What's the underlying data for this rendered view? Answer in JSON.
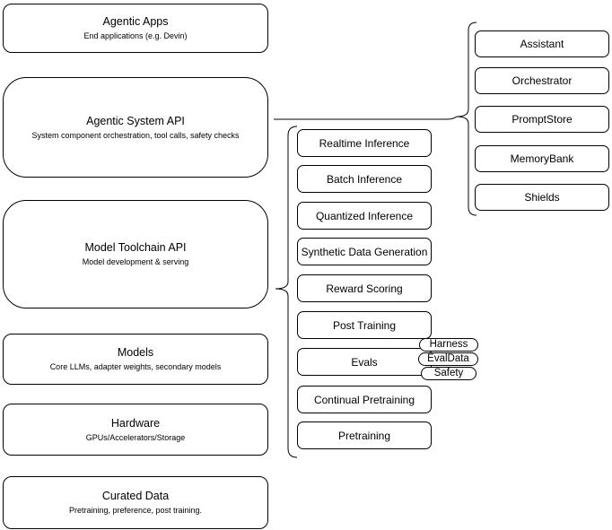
{
  "diagram": {
    "left_stack": [
      {
        "title": "Agentic Apps",
        "subtitle": "End applications (e.g. Devin)"
      },
      {
        "title": "Agentic System API",
        "subtitle": "System component orchestration, tool calls, safety checks"
      },
      {
        "title": "Model Toolchain API",
        "subtitle": "Model development & serving"
      },
      {
        "title": "Models",
        "subtitle": "Core LLMs, adapter weights, secondary models"
      },
      {
        "title": "Hardware",
        "subtitle": "GPUs/Accelerators/Storage"
      },
      {
        "title": "Curated Data",
        "subtitle": "Pretraining, preference, post training."
      }
    ],
    "toolchain_components": [
      "Realtime Inference",
      "Batch Inference",
      "Quantized Inference",
      "Synthetic Data Generation",
      "Reward Scoring",
      "Post Training",
      "Evals",
      "Continual Pretraining",
      "Pretraining"
    ],
    "evals_tags": [
      "Harness",
      "EvalData",
      "Safety"
    ],
    "system_components": [
      "Assistant",
      "Orchestrator",
      "PromptStore",
      "MemoryBank",
      "Shields"
    ],
    "colors": {
      "border": "#000000",
      "background": "#ffffff",
      "text": "#000000"
    }
  }
}
